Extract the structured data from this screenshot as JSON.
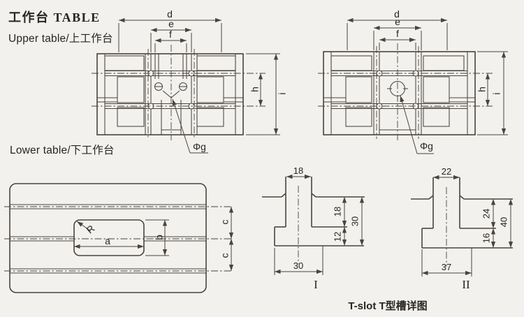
{
  "sheet": {
    "title": "工作台  TABLE",
    "upper_table_label": "Upper table/上工作台",
    "lower_table_label": "Lower table/下工作台",
    "tslot_caption": "T-slot T型槽详图"
  },
  "colors": {
    "background": "#f2f1ee",
    "line": "#4a443e",
    "text": "#292522"
  },
  "upper_left_view": {
    "d": "d",
    "e": "e",
    "f": "f",
    "h": "h",
    "i": "i",
    "hole_dia": "Φg"
  },
  "upper_right_view": {
    "d": "d",
    "e": "e",
    "f": "f",
    "h": "h",
    "i": "i",
    "hole_dia": "Φg"
  },
  "lower_view": {
    "corner_radius": "R",
    "a": "a",
    "b": "b",
    "c_upper": "c",
    "c_lower": "c"
  },
  "tslot_I": {
    "label": "I",
    "slot_width": "18",
    "upper_depth": "18",
    "lower_depth": "12",
    "total_depth": "30",
    "base_width": "30"
  },
  "tslot_II": {
    "label": "II",
    "slot_width": "22",
    "upper_depth": "24",
    "lower_depth": "16",
    "total_depth": "40",
    "base_width": "37"
  }
}
